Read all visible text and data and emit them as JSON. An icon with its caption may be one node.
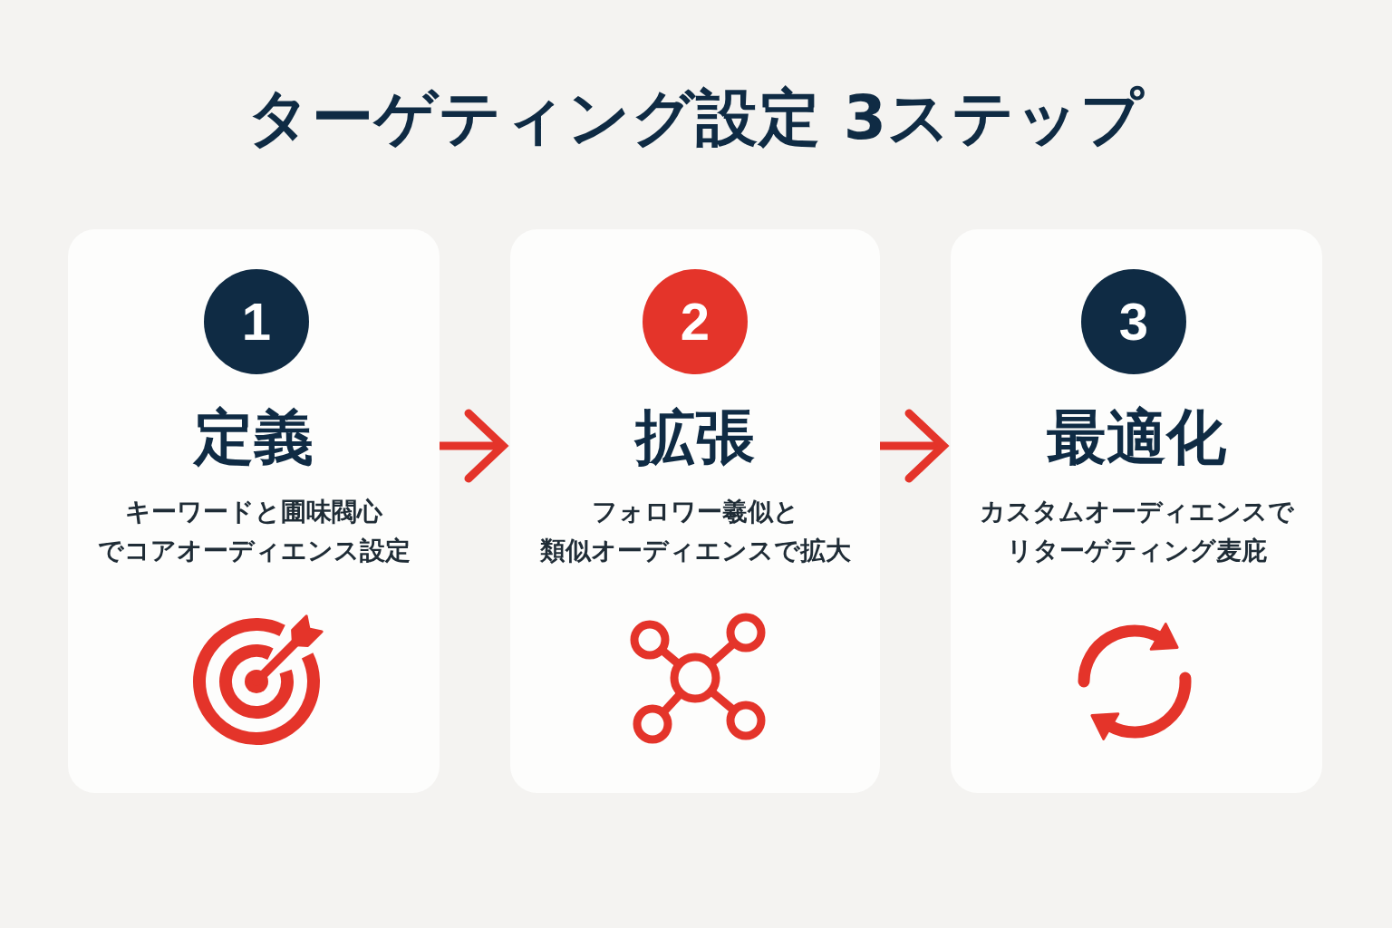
{
  "diagram": {
    "title": "ターゲティング設定 3ステップ",
    "nodes": [
      {
        "text": [
          "定義",
          "キーワードと圃味閥心でコアオーディエンス設定"
        ]
      },
      {
        "text": [
          "1"
        ],
        "in": 0
      },
      {
        "text": [
          "拡張",
          "フォロワー羲似と類似オーディエンスで拡大"
        ]
      },
      {
        "text": [
          "2"
        ],
        "in": 2
      },
      {
        "text": [
          "最適化",
          "カスタムオーディエンスでリターゲティング麦庇"
        ]
      },
      {
        "text": [
          "3"
        ],
        "in": 4
      }
    ],
    "edges": [
      {
        "from": 0,
        "to": 2,
        "arrow": "to"
      },
      {
        "from": 2,
        "to": 4,
        "arrow": "to"
      }
    ]
  }
}
